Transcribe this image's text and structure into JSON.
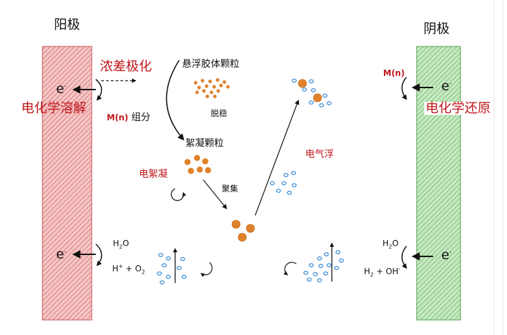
{
  "anode": {
    "title": "阳极",
    "electron": "e",
    "electron_sup": "-",
    "label": "电化学溶解",
    "component_m": "M(n)",
    "component_rest": "组分",
    "water": {
      "h": "H",
      "sub2": "2",
      "o": "O"
    },
    "products": {
      "hplus": "H",
      "plus_sup": "+",
      "o2": " + O",
      "sub2": "2"
    }
  },
  "cathode": {
    "title": "阴极",
    "electron": "e",
    "electron_sup": "-",
    "label": "电化学还原",
    "component_m": "M(n)",
    "water": {
      "h": "H",
      "sub2": "2",
      "o": "O"
    },
    "products": {
      "h2": "H",
      "sub2": "2",
      "rest": " + OH",
      "oh_sup": "-"
    }
  },
  "process": {
    "polarization": "浓差极化",
    "colloid": "悬浮胶体颗粒",
    "destabilize": "脱稳",
    "floc": "絮凝颗粒",
    "electrocoag": "电絮凝",
    "aggregate": "聚集",
    "flotation": "电气浮"
  },
  "colors": {
    "anode_fill": "#f4c6c6",
    "anode_hatch": "#d85c5c",
    "cathode_fill": "#c7e8c2",
    "cathode_hatch": "#5fb35a",
    "particle": "#e0822b",
    "bubble": "#3f8fd6",
    "label_red": "#c0171c"
  }
}
